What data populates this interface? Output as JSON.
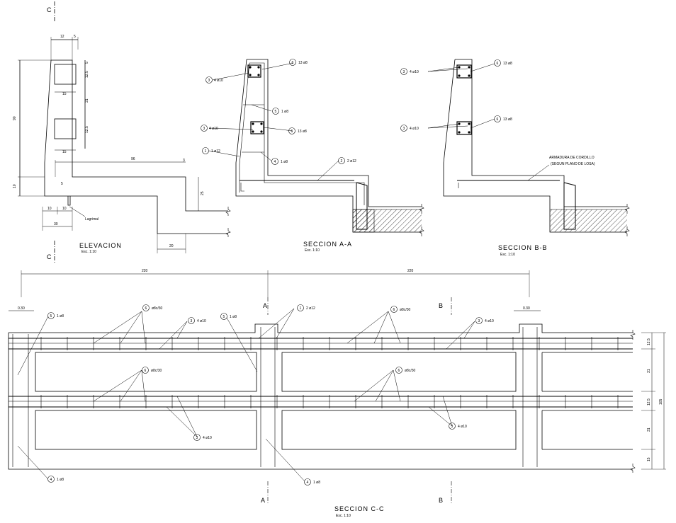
{
  "elevation": {
    "title": "ELEVACION",
    "scale": "Esc. 1:10",
    "cut_top": "C",
    "cut_bottom": "C",
    "dims": {
      "top_12": "12",
      "top_5": "5",
      "total_90": "90",
      "bottom_10": "10",
      "r_5": "5",
      "r_12_5_a": "12.5",
      "r_31": "31",
      "r_12_5_b": "12.5",
      "inner_15_a": "15",
      "inner_15_b": "15",
      "slab_96": "96",
      "slab_3": "3",
      "inner_5": "5",
      "step_25": "25",
      "base_10_a": "10",
      "base_10_b": "10",
      "base_30": "30",
      "foot_20": "20"
    },
    "lagrimal": "Lagrimal"
  },
  "section_aa": {
    "title": "SECCION A-A",
    "scale": "Esc. 1:10",
    "callouts": [
      {
        "num": "3",
        "text": "4 ø10"
      },
      {
        "num": "6",
        "text": "13 ø8"
      },
      {
        "num": "5",
        "text": "1 ø8"
      },
      {
        "num": "3",
        "text": "4 ø10"
      },
      {
        "num": "6",
        "text": "13 ø8"
      },
      {
        "num": "1",
        "text": "1 ø12"
      },
      {
        "num": "4",
        "text": "1 ø8"
      },
      {
        "num": "2",
        "text": "2 ø12"
      }
    ]
  },
  "section_bb": {
    "title": "SECCION B-B",
    "scale": "Esc. 1:10",
    "callouts": [
      {
        "num": "3",
        "text": "4 ø10"
      },
      {
        "num": "6",
        "text": "13 ø8"
      },
      {
        "num": "3",
        "text": "4 ø10"
      },
      {
        "num": "6",
        "text": "13 ø8"
      }
    ],
    "note_1": "ARMADURA DE CORDILLO",
    "note_2": "(SEGUN PLANO DE LOSA)"
  },
  "section_cc": {
    "title": "SECCION C-C",
    "scale": "Esc. 1:10",
    "dim_220_a": "220",
    "dim_220_b": "220",
    "dim_030_a": "0.30",
    "dim_030_b": "0.30",
    "cut_a_top": "A",
    "cut_b_top": "B",
    "cut_a_bottom": "A",
    "cut_b_bottom": "B",
    "callouts": [
      {
        "num": "5",
        "text": "1 ø8"
      },
      {
        "num": "6",
        "text": "ø8c/30"
      },
      {
        "num": "3",
        "text": "4 ø10"
      },
      {
        "num": "5",
        "text": "1 ø8"
      },
      {
        "num": "1",
        "text": "2 ø12"
      },
      {
        "num": "6",
        "text": "ø8c/30"
      },
      {
        "num": "3",
        "text": "4 ø10"
      },
      {
        "num": "6",
        "text": "ø8c/30"
      },
      {
        "num": "6",
        "text": "ø8c/30"
      },
      {
        "num": "3",
        "text": "4 ø10"
      },
      {
        "num": "3",
        "text": "4 ø10"
      },
      {
        "num": "4",
        "text": "1 ø8"
      },
      {
        "num": "4",
        "text": "1 ø8"
      }
    ],
    "right_dims": {
      "d1": "12.5",
      "d2": "31",
      "d3": "12.5",
      "d4": "31",
      "d5": "15",
      "total": "105"
    }
  }
}
